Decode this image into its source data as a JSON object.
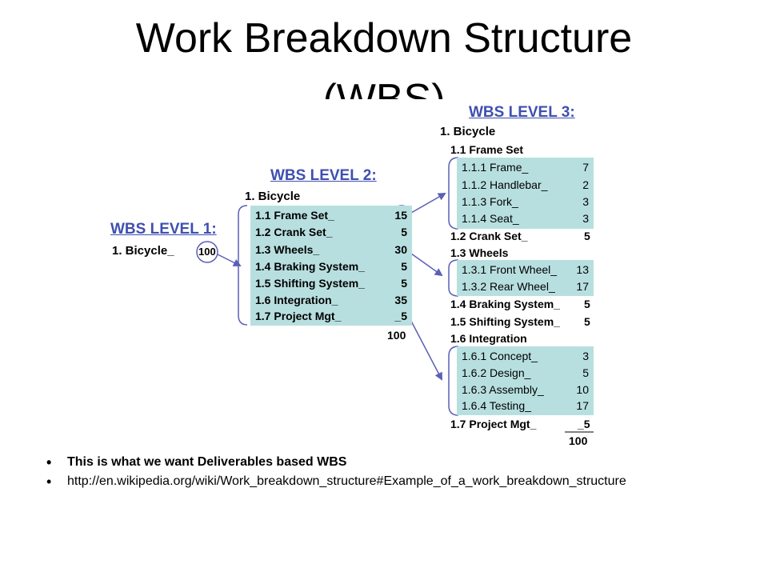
{
  "title": {
    "line1": "Work Breakdown Structure",
    "line2": "(WBS)"
  },
  "level1": {
    "heading": "WBS LEVEL 1:",
    "item": "1. Bicycle_",
    "value": "100"
  },
  "level2": {
    "heading": "WBS LEVEL 2:",
    "root": "1. Bicycle",
    "items": [
      {
        "label": "1.1 Frame Set_",
        "value": "15"
      },
      {
        "label": "1.2 Crank Set_",
        "value": "5"
      },
      {
        "label": "1.3 Wheels_",
        "value": "30"
      },
      {
        "label": "1.4 Braking System_",
        "value": "5"
      },
      {
        "label": "1.5 Shifting System_",
        "value": "5"
      },
      {
        "label": "1.6 Integration_",
        "value": "35"
      },
      {
        "label": "1.7 Project Mgt_",
        "value": "_5"
      }
    ],
    "total": "100"
  },
  "level3": {
    "heading": "WBS LEVEL 3:",
    "root": "1. Bicycle",
    "frame_set": "1.1 Frame Set",
    "frame_items": [
      {
        "label": "1.1.1 Frame_",
        "value": "7"
      },
      {
        "label": "1.1.2 Handlebar_",
        "value": "2"
      },
      {
        "label": "1.1.3 Fork_",
        "value": "3"
      },
      {
        "label": "1.1.4 Seat_",
        "value": "3"
      }
    ],
    "crank_set": {
      "label": "1.2 Crank Set_",
      "value": "5"
    },
    "wheels": "1.3 Wheels",
    "wheel_items": [
      {
        "label": "1.3.1 Front Wheel_",
        "value": "13"
      },
      {
        "label": "1.3.2 Rear Wheel_",
        "value": "17"
      }
    ],
    "braking": {
      "label": "1.4 Braking System_",
      "value": "5"
    },
    "shifting": {
      "label": "1.5 Shifting System_",
      "value": "5"
    },
    "integration": "1.6 Integration",
    "integration_items": [
      {
        "label": "1.6.1 Concept_",
        "value": "3"
      },
      {
        "label": "1.6.2 Design_",
        "value": "5"
      },
      {
        "label": "1.6.3 Assembly_",
        "value": "10"
      },
      {
        "label": "1.6.4 Testing_",
        "value": "17"
      }
    ],
    "project_mgt": {
      "label": "1.7 Project Mgt_",
      "value": "_5"
    },
    "total": "100"
  },
  "bullets": [
    "This is what we want Deliverables based WBS",
    "http://en.wikipedia.org/wiki/Work_breakdown_structure#Example_of_a_work_breakdown_structure"
  ],
  "colors": {
    "panel": "#b8dfe0",
    "heading": "#3f4fb0",
    "connector": "#5b5fb5"
  }
}
